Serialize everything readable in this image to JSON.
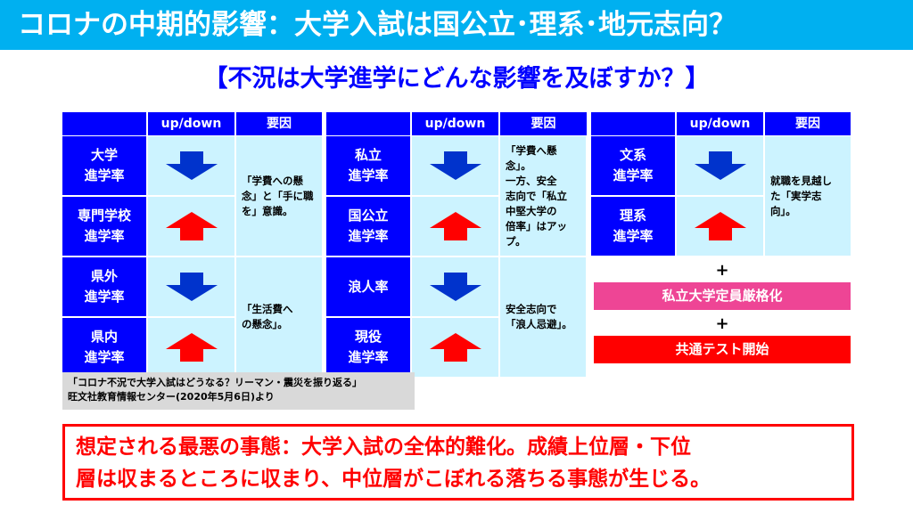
{
  "title": "コロナの中期的影響：大学入試は国公立･理系･地元志向？",
  "subtitle": "【不況は大学進学にどんな影響を及ぼすか？】",
  "headers": {
    "updown": "up/down",
    "reason": "要因"
  },
  "groups": [
    {
      "rows": [
        {
          "label": "大学\n進学率",
          "direction": "down"
        },
        {
          "label": "専門学校\n進学率",
          "direction": "up"
        }
      ],
      "reason": [
        "「学費への懸",
        "念」と「手に職",
        "を」意識。"
      ]
    },
    {
      "rows": [
        {
          "label": "私立\n進学率",
          "direction": "down"
        },
        {
          "label": "国公立\n進学率",
          "direction": "up"
        }
      ],
      "reason": [
        "「学費へ懸",
        "念」。",
        "一方、安全",
        "志向で「私立",
        "中堅大学の",
        "倍率」はアッ",
        "プ。"
      ]
    },
    {
      "rows": [
        {
          "label": "文系\n進学率",
          "direction": "down"
        },
        {
          "label": "理系\n進学率",
          "direction": "up"
        }
      ],
      "reason": [
        "就職を見越し",
        "た「実学志",
        "向」。"
      ]
    },
    {
      "rows": [
        {
          "label": "県外\n進学率",
          "direction": "down"
        },
        {
          "label": "県内\n進学率",
          "direction": "up"
        }
      ],
      "reason": [
        "「生活費へ",
        "の懸念」。"
      ]
    },
    {
      "rows": [
        {
          "label": "浪人率",
          "direction": "down"
        },
        {
          "label": "現役\n進学率",
          "direction": "up"
        }
      ],
      "reason": [
        "安全志向で",
        "「浪人忌避」。"
      ]
    }
  ],
  "extra": {
    "plus": "+",
    "private_quota": "私立大学定員厳格化",
    "common_test": "共通テスト開始"
  },
  "source": [
    "「コロナ不況で大学入試はどうなる？リーマン・震災を振り返る」",
    "旺文社教育情報センター(2020年5月6日)より"
  ],
  "worst_case": [
    "想定される最悪の事態：大学入試の全体的難化。成績上位層・下位",
    "層は収まるところに収まり、中位層がこぼれる落ちる事態が生じる。"
  ],
  "colors": {
    "up": "#ff0000",
    "down": "#0033cc",
    "header": "#0000ff",
    "cell": "#ccf3ff"
  }
}
